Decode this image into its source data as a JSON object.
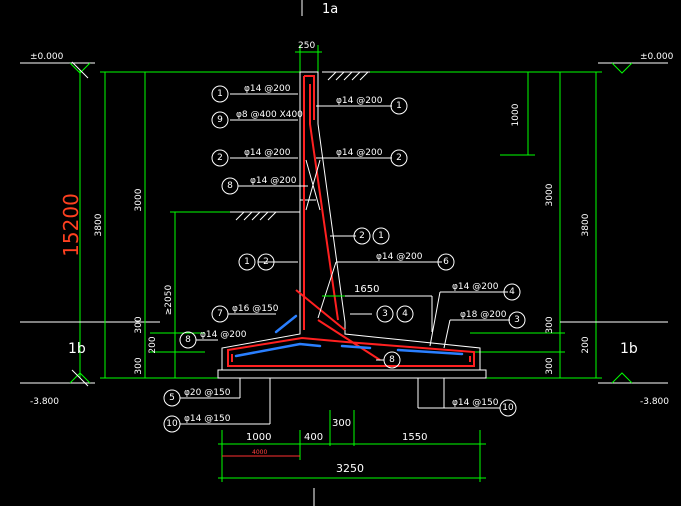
{
  "axis_top": "1a",
  "elevations": {
    "top_left": "±0.000",
    "top_right": "±0.000",
    "bottom_left": "-3.800",
    "bottom_right": "-3.800"
  },
  "big_dim": "15200",
  "axis_side_left": "1b",
  "axis_side_right": "1b",
  "left_dims": {
    "d3800": "3800",
    "d3000": "3000",
    "d2050": "≥2050",
    "d300a": "300",
    "d200": "200",
    "d300b": "300"
  },
  "right_dims": {
    "d1000": "1000",
    "d3000": "3000",
    "d3800": "3800",
    "d300a": "300",
    "d200": "200",
    "d300b": "300"
  },
  "top_dim": "250",
  "dim_1650": "1650",
  "bottom_dims": {
    "d1000": "1000",
    "d400": "400",
    "d300": "300",
    "d1550": "1550",
    "d3250": "3250",
    "red": "4000"
  },
  "rebar_labels": {
    "l1": "φ14 @200",
    "l2": "φ8 @400 X400",
    "l3": "φ14 @200",
    "l4": "φ14 @200",
    "r1": "φ14 @200",
    "r2": "φ14 @200",
    "r3": "φ14 @200",
    "r4": "φ14 @200",
    "r5": "φ18 @200",
    "l5": "φ16 @150",
    "l6": "φ14 @200",
    "b1": "φ20 @150",
    "b2": "φ14 @150",
    "b3": "φ14 @150"
  },
  "circles": {
    "c_l1": "1",
    "c_l2": "9",
    "c_l3": "2",
    "c_l4": "8",
    "c_l5a": "1",
    "c_l5b": "2",
    "c_r1": "1",
    "c_r2": "2",
    "c_r3a": "2",
    "c_r3b": "1",
    "c_r4": "6",
    "c_r5": "4",
    "c_r6": "3",
    "c_m1": "3",
    "c_m2": "4",
    "c_m3": "8",
    "c_l7": "7",
    "c_l8": "8",
    "c_b5": "5",
    "c_b10": "10",
    "c_b10r": "10"
  }
}
